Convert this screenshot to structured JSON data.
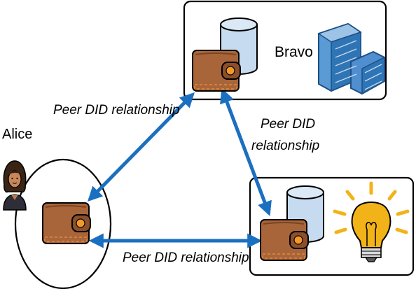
{
  "diagram": {
    "nodes": {
      "alice": {
        "name": "Alice",
        "icons": [
          "person-avatar-icon",
          "wallet-icon"
        ]
      },
      "bravo": {
        "name": "Bravo",
        "icons": [
          "wallet-icon",
          "database-icon",
          "building-icon"
        ]
      },
      "third": {
        "name": "",
        "icons": [
          "wallet-icon",
          "database-icon",
          "lightbulb-icon"
        ]
      }
    },
    "edges": [
      {
        "from": "alice",
        "to": "bravo",
        "label": "Peer DID relationship"
      },
      {
        "from": "bravo",
        "to": "third",
        "label_line1": "Peer DID",
        "label_line2": "relationship"
      },
      {
        "from": "alice",
        "to": "third",
        "label": "Peer DID relationship"
      }
    ],
    "colors": {
      "arrow": "#1b6fc0",
      "wallet": "#a9653a",
      "database": "#c6dbef",
      "building": "#5b9bd5",
      "bulb": "#f2b318"
    }
  }
}
